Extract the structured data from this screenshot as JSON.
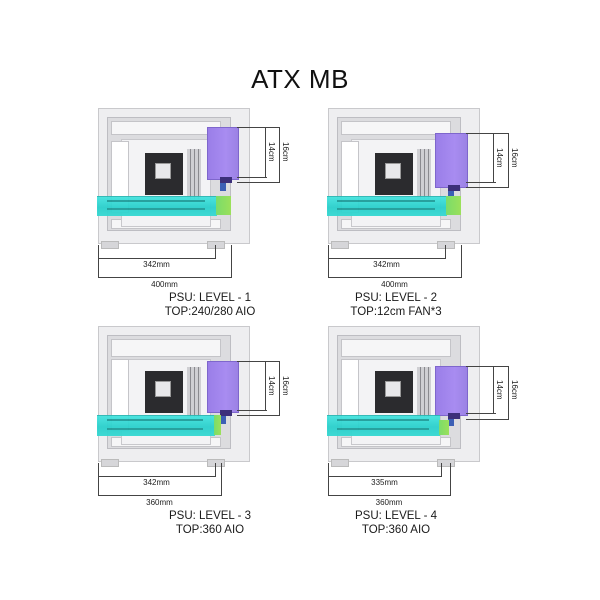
{
  "title": "ATX MB",
  "colors": {
    "psu": "#a88cf1",
    "gpu": "#35d8d2",
    "gpu_extension": "#9be05a",
    "dimension_line": "#444444"
  },
  "panels": [
    {
      "psu_height_inner": "14cm",
      "psu_height_outer": "16cm",
      "gpu_length": "342mm",
      "case_length": "400mm",
      "psu_level": "PSU: LEVEL - 1",
      "top_support": "TOP:240/280 AIO"
    },
    {
      "psu_height_inner": "14cm",
      "psu_height_outer": "16cm",
      "gpu_length": "342mm",
      "case_length": "400mm",
      "psu_level": "PSU: LEVEL - 2",
      "top_support": "TOP:12cm FAN*3"
    },
    {
      "psu_height_inner": "14cm",
      "psu_height_outer": "16cm",
      "gpu_length": "342mm",
      "case_length": "360mm",
      "psu_level": "PSU: LEVEL - 3",
      "top_support": "TOP:360 AIO"
    },
    {
      "psu_height_inner": "14cm",
      "psu_height_outer": "16cm",
      "gpu_length": "335mm",
      "case_length": "360mm",
      "psu_level": "PSU: LEVEL - 4",
      "top_support": "TOP:360 AIO"
    }
  ]
}
